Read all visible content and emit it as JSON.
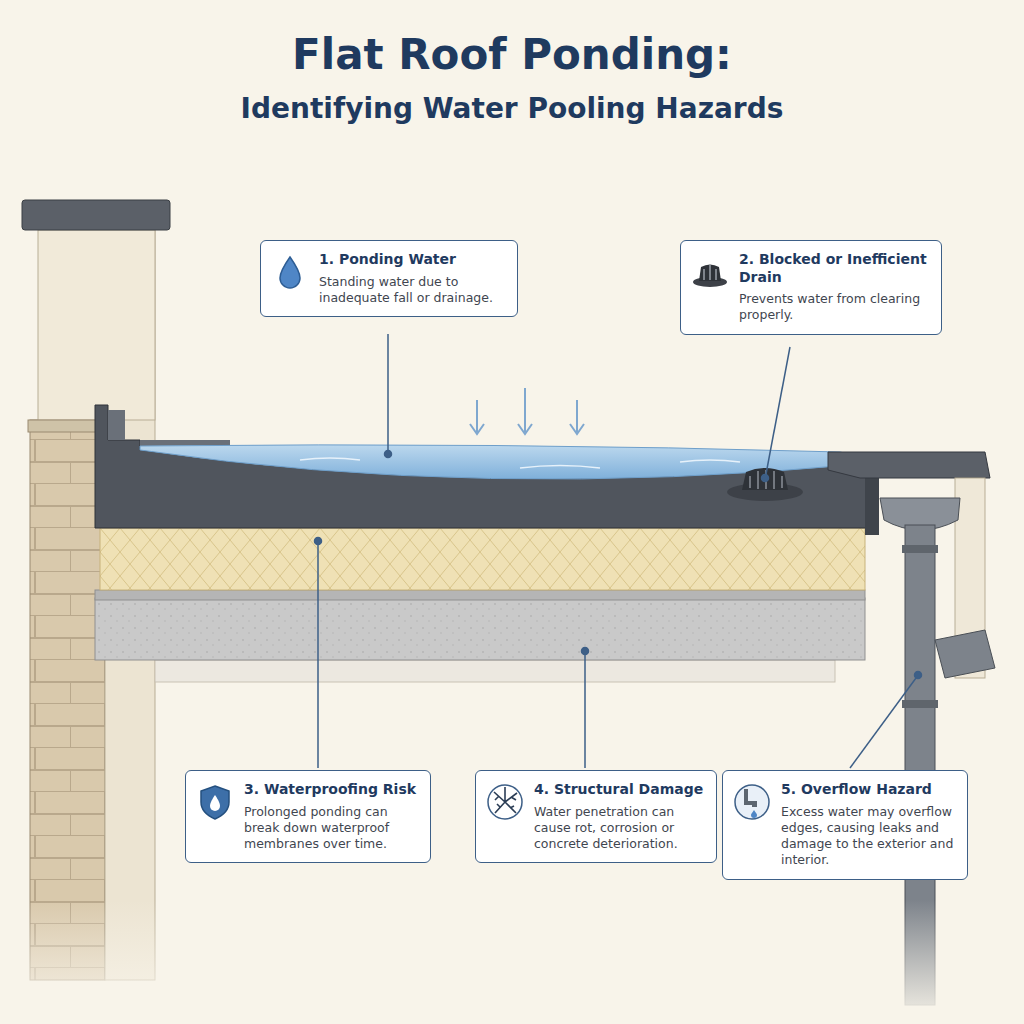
{
  "diagram": {
    "title": "Flat Roof Ponding:",
    "nodes": [
      {
        "text": [
          "1. Ponding Water",
          "Standing water due to inadequate fall or drainage."
        ]
      },
      {
        "text": [
          "2. Blocked or Inefficient Drain",
          "Prevents water from clearing properly."
        ]
      },
      {
        "text": [
          "3. Waterproofing Risk",
          "Prolonged ponding can break down waterproof membranes over time."
        ]
      },
      {
        "text": [
          "4. Structural Damage",
          "Water penetration can cause rot, corrosion or concrete deterioration."
        ]
      },
      {
        "text": [
          "5. Overflow Hazard",
          "Excess water may overflow edges, causing leaks and damage to the exterior and interior."
        ]
      }
    ],
    "labels": [
      "Identifying Water Pooling Hazards"
    ]
  }
}
